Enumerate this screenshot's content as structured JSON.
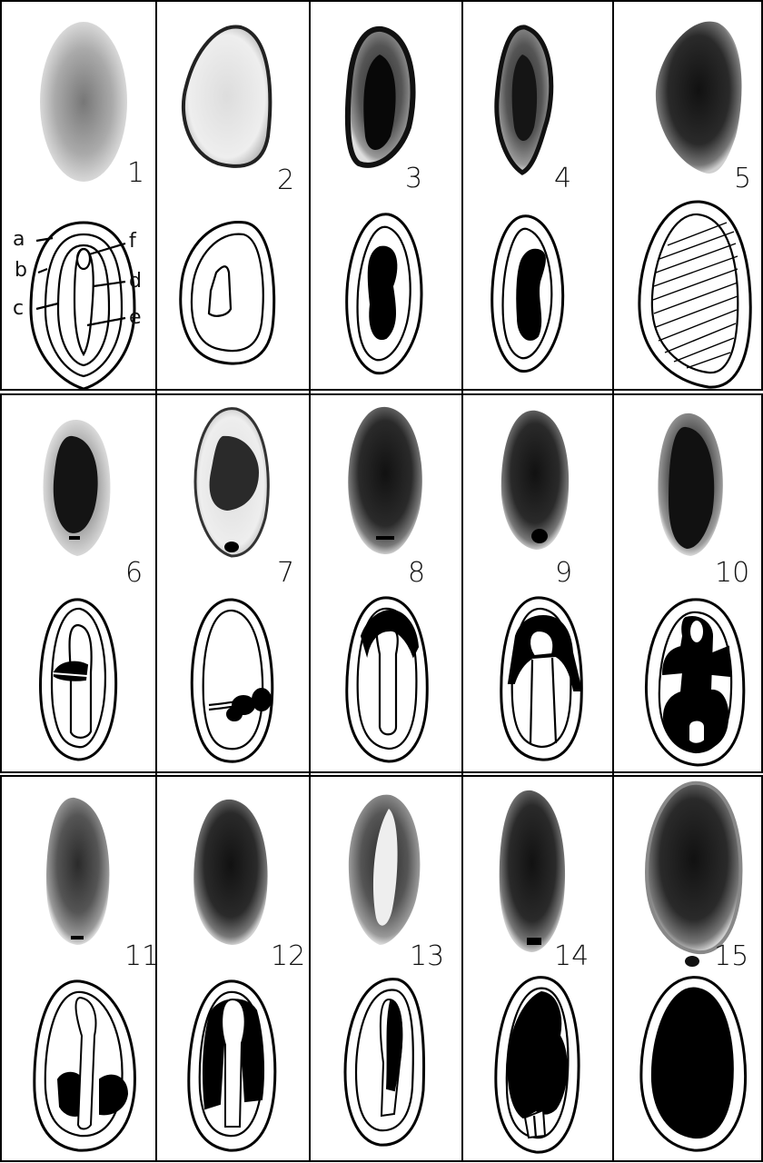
{
  "plate": {
    "panel_numbers": [
      "1",
      "2",
      "3",
      "4",
      "5",
      "6",
      "7",
      "8",
      "9",
      "10",
      "11",
      "12",
      "13",
      "14",
      "15"
    ],
    "labels": [
      "a",
      "b",
      "c",
      "d",
      "e",
      "f"
    ]
  },
  "colors": {
    "ink": "#000000",
    "paper": "#ffffff",
    "photo_gray": "#777777"
  }
}
